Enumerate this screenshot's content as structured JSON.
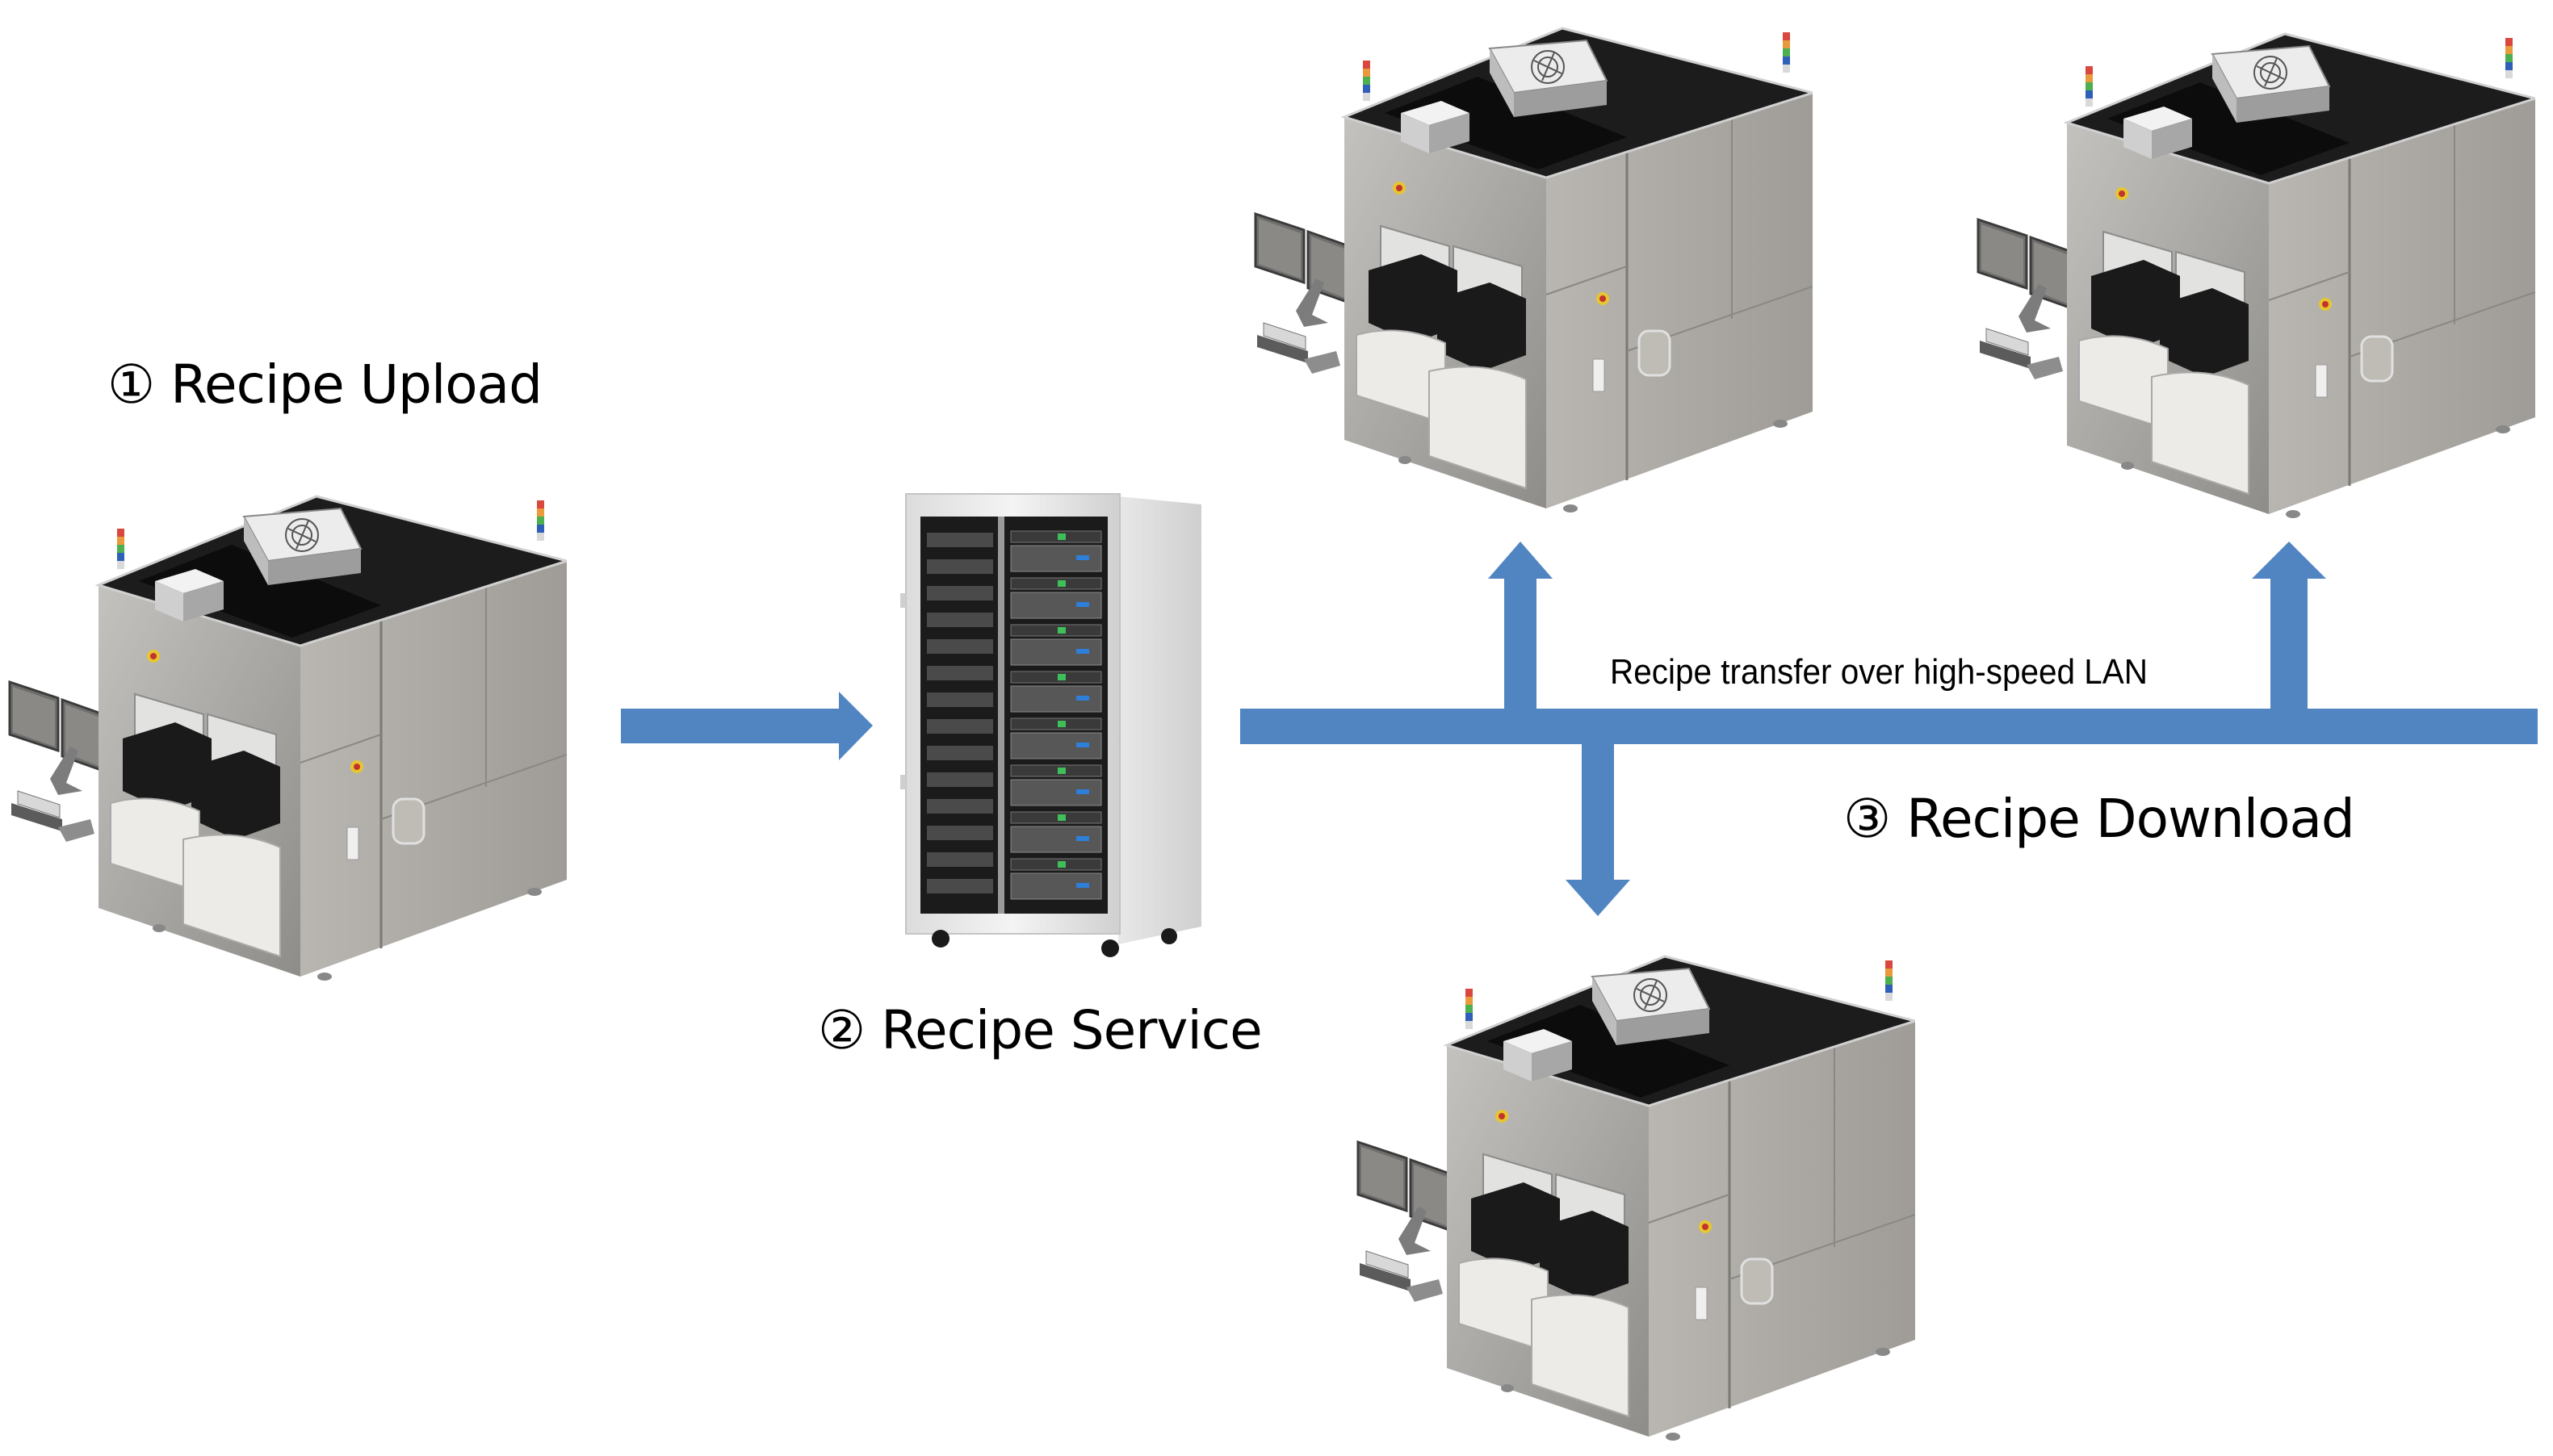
{
  "diagram": {
    "title": "Recipe distribution flow",
    "arrow_color": "#5185C2",
    "steps": [
      {
        "id": 1,
        "label": "① Recipe Upload"
      },
      {
        "id": 2,
        "label": "② Recipe Service"
      },
      {
        "id": 3,
        "label": "③ Recipe Download"
      }
    ],
    "network_label": "Recipe transfer over high-speed LAN",
    "nodes": [
      {
        "id": "source-tool",
        "kind": "semiconductor-tool",
        "role": "upload source"
      },
      {
        "id": "recipe-server",
        "kind": "server-rack",
        "role": "recipe service"
      },
      {
        "id": "target-tool-1",
        "kind": "semiconductor-tool",
        "role": "download target"
      },
      {
        "id": "target-tool-2",
        "kind": "semiconductor-tool",
        "role": "download target"
      },
      {
        "id": "target-tool-3",
        "kind": "semiconductor-tool",
        "role": "download target"
      }
    ],
    "edges": [
      {
        "from": "source-tool",
        "to": "recipe-server",
        "direction": "right"
      },
      {
        "from": "recipe-server",
        "to": "target-tool-1",
        "via": "LAN",
        "direction": "up"
      },
      {
        "from": "recipe-server",
        "to": "target-tool-2",
        "via": "LAN",
        "direction": "up"
      },
      {
        "from": "recipe-server",
        "to": "target-tool-3",
        "via": "LAN",
        "direction": "down"
      }
    ],
    "signal_tower_colors": [
      "#d9473f",
      "#e89a3c",
      "#4caf50",
      "#2f5fb8"
    ]
  }
}
